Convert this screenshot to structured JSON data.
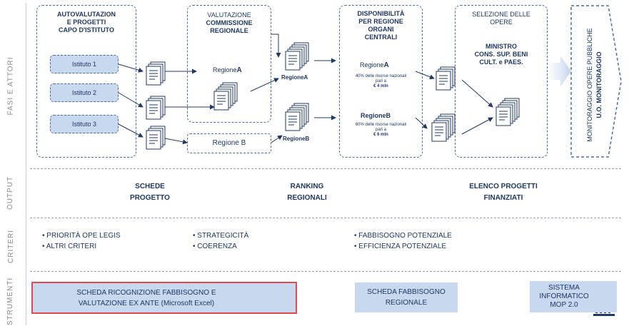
{
  "rows": {
    "fasi": "FASI E ATTORI",
    "output": "OUTPUT",
    "criteri": "CRITERI",
    "strumenti": "STRUMENTI"
  },
  "phase1": {
    "title_l1": "AUTOVALUTAZION",
    "title_l2": "E PROGETTI",
    "title_l3": "CAPO D'ISTITUTO",
    "istituti": [
      "Istituto 1",
      "Istituto 2",
      "Istituto 3"
    ]
  },
  "phase2": {
    "title_l1": "VALUTAZIONE",
    "title_l2": "COMMISSIONE",
    "title_l3": "REGIONALE",
    "regione_a_prefix": "Regione",
    "regione_a_suffix": "A",
    "regione_b": "Regione  B"
  },
  "ranking": {
    "label_a": "RegioneA",
    "label_b": "RegioneB"
  },
  "phase3": {
    "title_l1": "DISPONIBILITÀ",
    "title_l2": "PER REGIONE",
    "title_l3": "ORGANI",
    "title_l4": "CENTRALI",
    "a_prefix": "Regione",
    "a_suffix": "A",
    "a_note_l1": "40% delle risorse nazionali",
    "a_note_l2": "pari a",
    "a_note_l3": "€ 4 mln",
    "b_label": "RegioneB",
    "b_note_l1": "60% delle risorse nazionali",
    "b_note_l2": "pari a",
    "b_note_l3": "€ 6 mln"
  },
  "phase4": {
    "title_l1": "SELEZIONE DELLE",
    "title_l2": "OPERE",
    "actor_l1": "MINISTRO",
    "actor_l2": "CONS. SUP. BENI",
    "actor_l3": "CULT. e PAES."
  },
  "phase5": {
    "line1": "MONITORAGGIO  OPERE PUBBLICHE",
    "line2": "U.O. MONITORAGGIO"
  },
  "outputs": {
    "schede_l1": "SCHEDE",
    "schede_l2": "PROGETTO",
    "ranking_l1": "RANKING",
    "ranking_l2": "REGIONALI",
    "elenco_l1": "ELENCO PROGETTI",
    "elenco_l2": "FINANZIATI"
  },
  "criteri": {
    "c1": "• PRIORITÀ OPE LEGIS",
    "c2": "• ALTRI CRITERI",
    "c3": "• STRATEGICITÀ",
    "c4": "• COERENZA",
    "c5": "• FABBISOGNO POTENZIALE",
    "c6": "• EFFICIENZA POTENZIALE"
  },
  "strumenti": {
    "s1_l1": "SCHEDA RICOGNIZIONE FABBISOGNO E",
    "s1_l2": "VALUTAZIONE EX ANTE (Microsoft Excel)",
    "s2_l1": "SCHEDA FABBISOGNO",
    "s2_l2": "REGIONALE",
    "s3_l1": "SISTEMA",
    "s3_l2": "INFORMATICO",
    "s3_l3": "MOP 2.0"
  },
  "colors": {
    "navy": "#1f3864",
    "dash": "#4a6fa5",
    "fill": "#c7d8ef",
    "excel_border": "#e0494f"
  }
}
